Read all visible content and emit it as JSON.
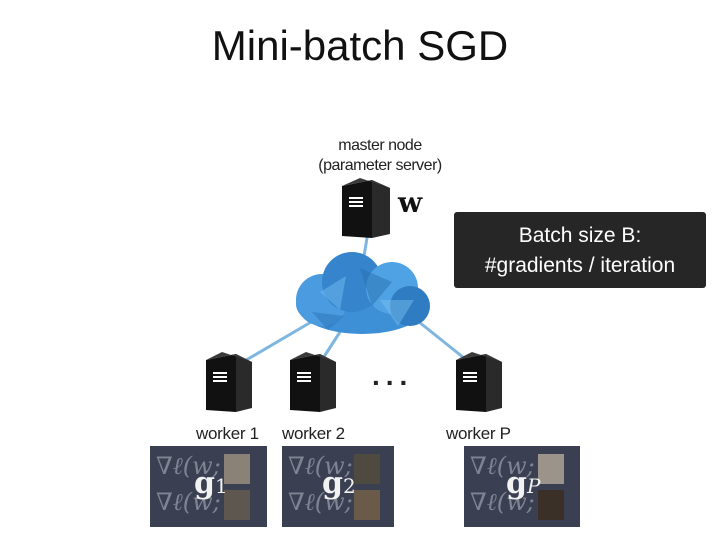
{
  "title": "Mini-batch SGD",
  "master": {
    "label_line1": "master node",
    "label_line2": "(parameter server)",
    "param": "w"
  },
  "callout": {
    "line1": "Batch size B:",
    "line2": "#gradients / iteration"
  },
  "workers": [
    {
      "label": "worker 1",
      "grad_base": "g",
      "grad_sub": "1"
    },
    {
      "label": "worker 2",
      "grad_base": "g",
      "grad_sub": "2"
    },
    {
      "label": "worker P",
      "grad_base": "g",
      "grad_sub": "P"
    }
  ],
  "ellipsis": "...",
  "gradient_formula_1": "∇ℓ(w;    )",
  "gradient_formula_2": "∇ℓ(w;    )",
  "icons": {
    "server": "server-icon",
    "cloud": "network-cloud-icon",
    "thumbnail": "training-image-thumbnail"
  },
  "colors": {
    "link": "#7eb6e0",
    "cloud": "#3d8fd6",
    "server": "#111111",
    "callout_bg": "#262626",
    "gradient_box": "#3a4052"
  }
}
